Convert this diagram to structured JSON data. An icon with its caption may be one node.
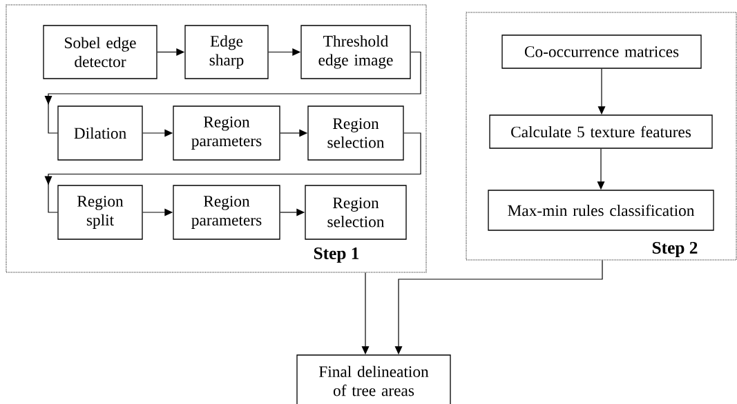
{
  "diagram": {
    "nodes": [
      {
        "text": [
          "Step 1"
        ]
      },
      {
        "text": [
          "Sobel edge detector"
        ],
        "in": 0
      },
      {
        "text": [
          "Edge sharp"
        ],
        "in": 0
      },
      {
        "text": [
          "Threshold edge image"
        ],
        "in": 0
      },
      {
        "text": [
          "Dilation"
        ],
        "in": 0
      },
      {
        "text": [
          "Region parameters"
        ],
        "in": 0
      },
      {
        "text": [
          "Region selection"
        ],
        "in": 0
      },
      {
        "text": [
          "Region split"
        ],
        "in": 0
      },
      {
        "text": [
          "Region parameters"
        ],
        "in": 0
      },
      {
        "text": [
          "Region selection"
        ],
        "in": 0
      },
      {
        "text": [
          "Step 2"
        ]
      },
      {
        "text": [
          "Co-occurrence matrices"
        ],
        "in": 10
      },
      {
        "text": [
          "Calculate 5 texture features"
        ],
        "in": 10
      },
      {
        "text": [
          "Max-min rules classification"
        ],
        "in": 10
      },
      {
        "text": [
          "Final delineation of tree areas"
        ]
      }
    ],
    "edges": [
      {
        "from": 1,
        "to": 2,
        "arrow": "to"
      },
      {
        "from": 2,
        "to": 3,
        "arrow": "to"
      },
      {
        "from": 3,
        "to": 4,
        "arrow": "to"
      },
      {
        "from": 4,
        "to": 5,
        "arrow": "to"
      },
      {
        "from": 5,
        "to": 6,
        "arrow": "to"
      },
      {
        "from": 6,
        "to": 7,
        "arrow": "to"
      },
      {
        "from": 7,
        "to": 8,
        "arrow": "to"
      },
      {
        "from": 8,
        "to": 9,
        "arrow": "to"
      },
      {
        "from": 11,
        "to": 12,
        "arrow": "to"
      },
      {
        "from": 12,
        "to": 13,
        "arrow": "to"
      },
      {
        "from": 0,
        "to": 14,
        "arrow": "to"
      },
      {
        "from": 10,
        "to": 14,
        "arrow": "to"
      }
    ]
  }
}
